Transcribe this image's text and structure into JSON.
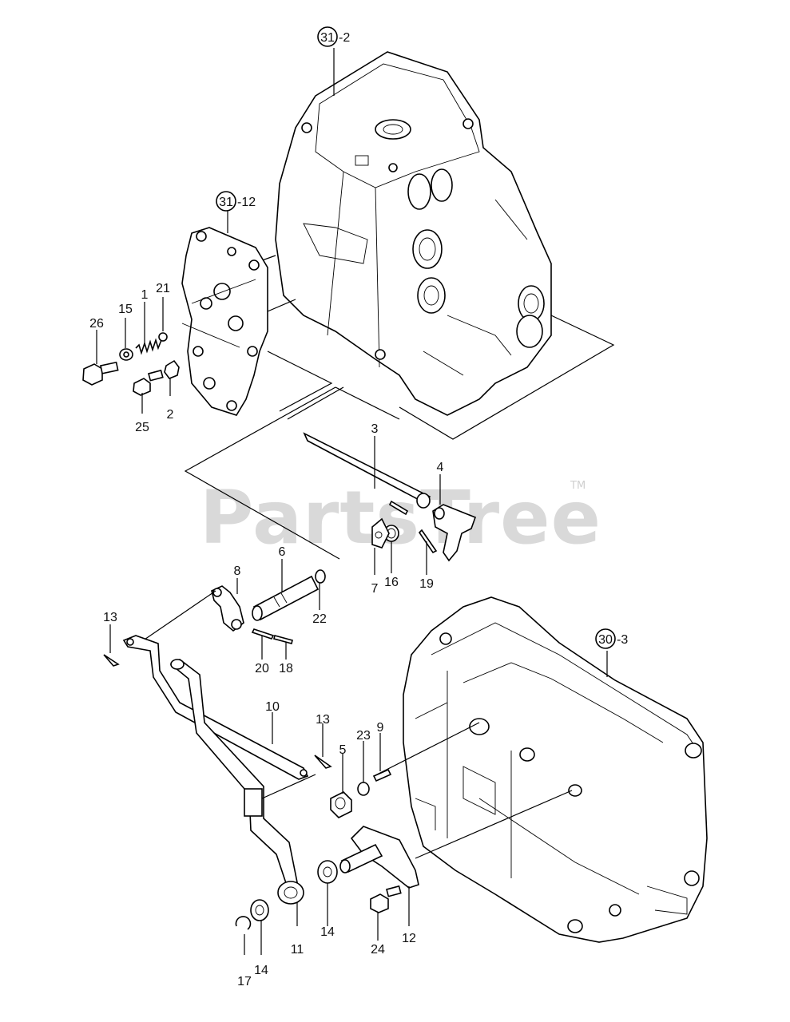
{
  "watermark": {
    "text": "PartsTree",
    "trademark": "TM"
  },
  "assembly_refs": [
    {
      "num": "31",
      "suffix": "-2"
    },
    {
      "num": "31",
      "suffix": "-12"
    },
    {
      "num": "30",
      "suffix": "-3"
    }
  ],
  "callouts": [
    "1",
    "2",
    "3",
    "4",
    "5",
    "6",
    "7",
    "8",
    "9",
    "10",
    "11",
    "12",
    "13",
    "13",
    "14",
    "14",
    "15",
    "16",
    "17",
    "18",
    "19",
    "20",
    "21",
    "22",
    "23",
    "24",
    "25",
    "26"
  ]
}
